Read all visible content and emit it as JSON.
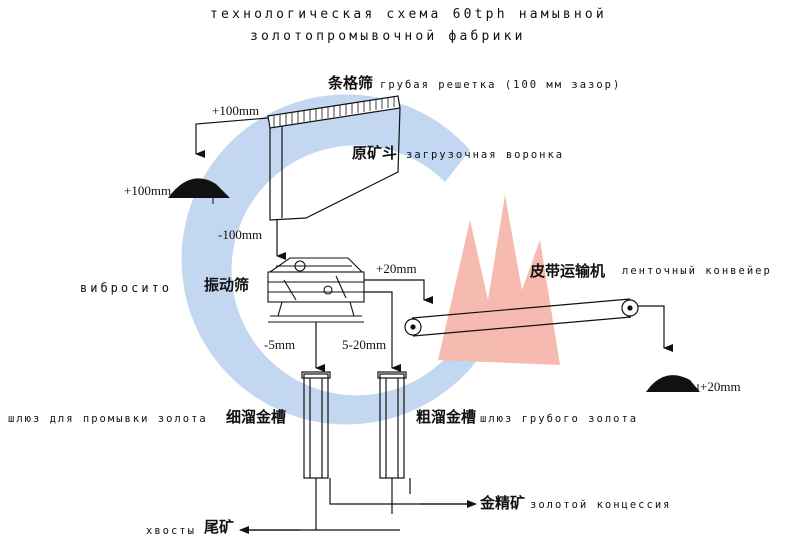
{
  "title": {
    "line1": "технологическая схема 60tph намывной",
    "line2": "золотопромывочной фабрики"
  },
  "grizzly": {
    "zh": "条格筛",
    "ru": "грубая решетка (100 мм зазор)"
  },
  "hopper": {
    "zh": "原矿斗",
    "ru": "загрузочная воронка"
  },
  "oversize": {
    "label": "+100mm",
    "pile_label": "+100mm"
  },
  "undersize": {
    "label": "-100mm"
  },
  "screen": {
    "ru": "вибросито",
    "zh": "振动筛"
  },
  "screen_oversize": {
    "label": "+20mm"
  },
  "conveyor": {
    "zh": "皮带运输机",
    "ru": "ленточный конвейер",
    "pile_label": "+20mm"
  },
  "fine_fraction": {
    "label": "-5mm"
  },
  "mid_fraction": {
    "label": "5-20mm"
  },
  "fine_sluice": {
    "ru": "шлюз для промывки золота",
    "zh": "细溜金槽"
  },
  "coarse_sluice": {
    "zh": "粗溜金槽",
    "ru": "шлюз грубого золота"
  },
  "concentrate": {
    "zh": "金精矿",
    "ru": "золотой концессия"
  },
  "tailings": {
    "ru": "хвосты",
    "zh": "尾矿"
  },
  "colors": {
    "line": "#111111",
    "watermark_blue": "#a9c6ea",
    "watermark_red": "#f2a79b"
  }
}
